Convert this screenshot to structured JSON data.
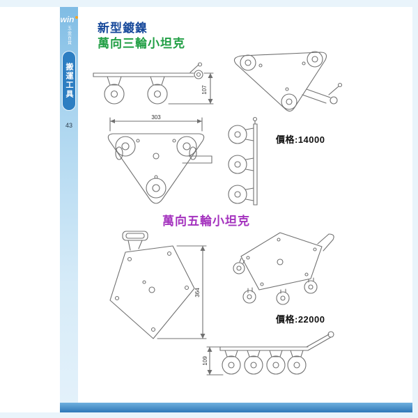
{
  "colors": {
    "page_background": "#e9f4fb",
    "title_blue": "#17499b",
    "title_green": "#1f9e43",
    "title_purple": "#a432be",
    "sidebar_blue": "#2d7ec2",
    "bottom_bar_blue": "#2f77b8",
    "drawing_line": "#707070"
  },
  "sidebar": {
    "logo": "win",
    "logo_sub": "五金百貨",
    "category": "搬運工具",
    "page_number": "43"
  },
  "header": {
    "subtitle": "新型鍍鎳",
    "title": "萬向三輪小坦克"
  },
  "three_wheel": {
    "price": "價格:14000",
    "dim_width": "303",
    "dim_height": "107"
  },
  "five_wheel": {
    "title": "萬向五輪小坦克",
    "price": "價格:22000",
    "dim_height": "364",
    "dim_side_height": "109"
  }
}
